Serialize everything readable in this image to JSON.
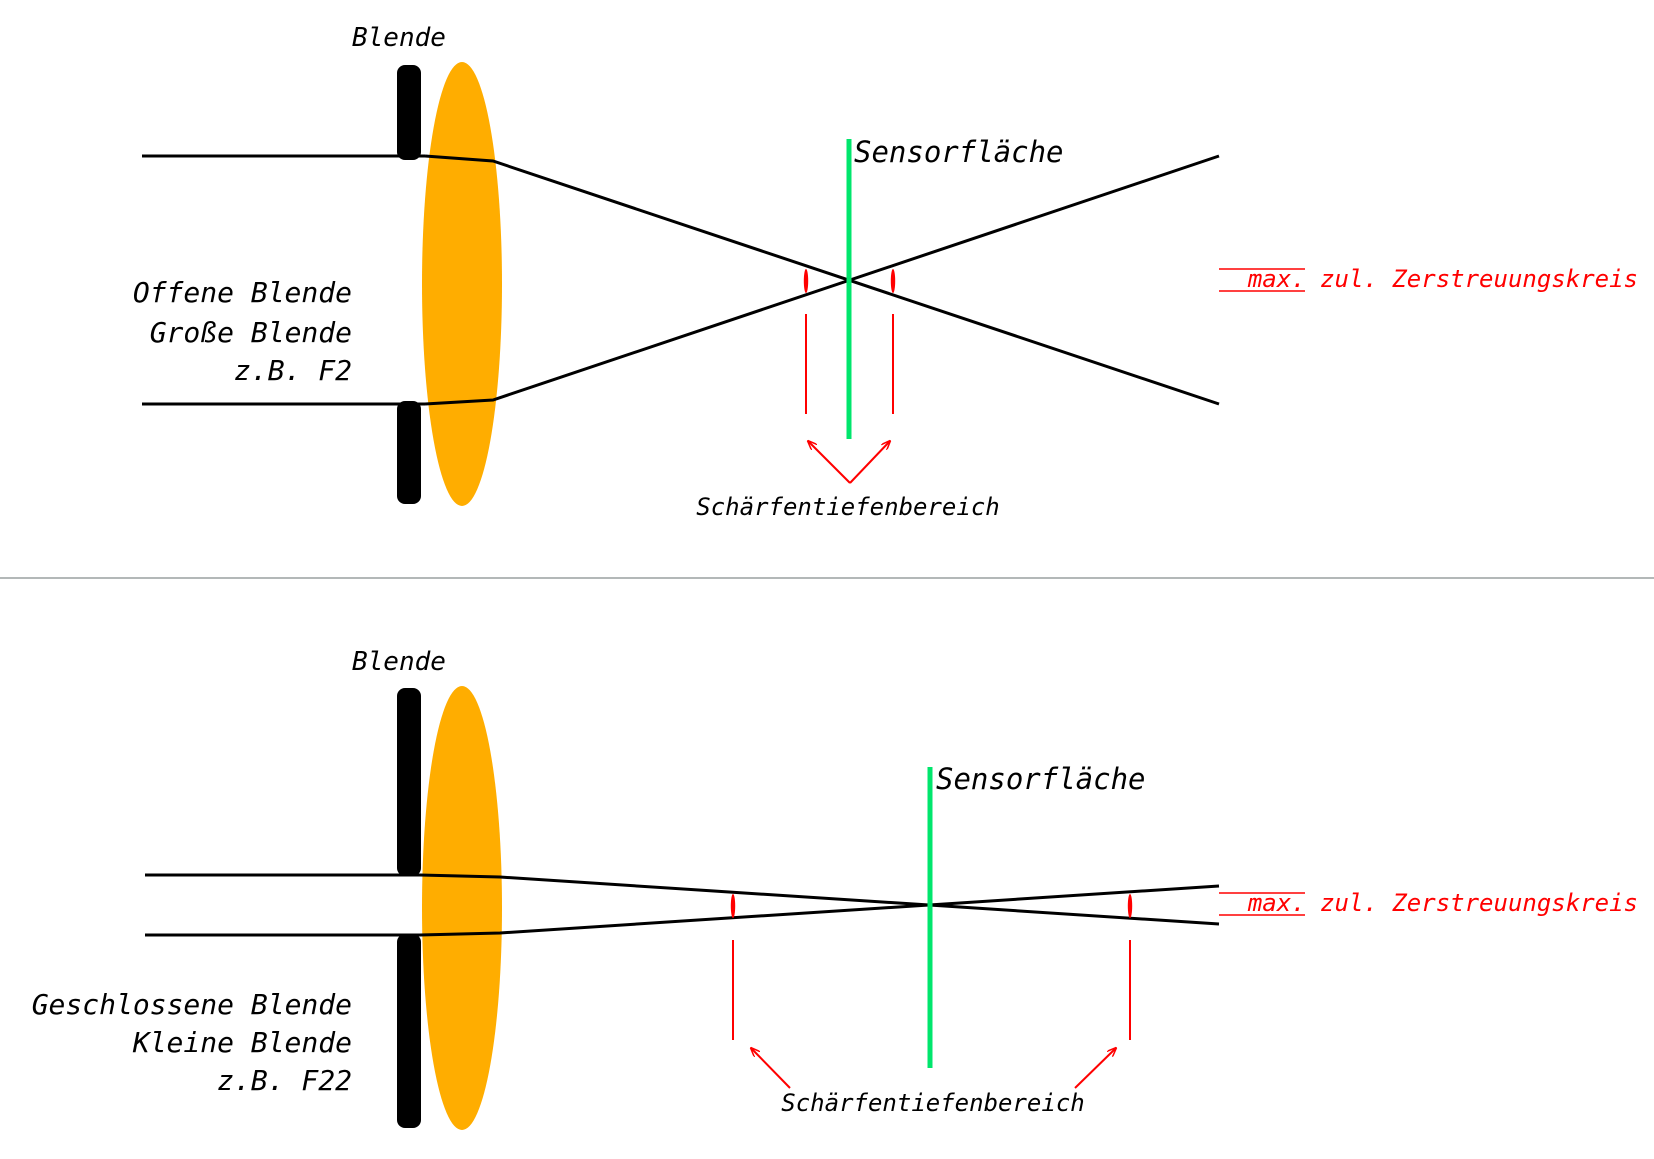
{
  "colors": {
    "background": "#ffffff",
    "ray": "#000000",
    "aperture": "#000000",
    "lens": "#ffad00",
    "sensor": "#00e66c",
    "annotation": "#ff0000",
    "divider": "#9aa0a0"
  },
  "top_panel": {
    "aperture_label": "Blende",
    "sensor_label": "Sensorfläche",
    "setting_lines": [
      "Offene Blende",
      "Große Blende",
      "z.B. F2"
    ],
    "coc_label": "max. zul. Zerstreuungskreis",
    "dof_label": "Schärfentiefenbereich"
  },
  "bottom_panel": {
    "aperture_label": "Blende",
    "sensor_label": "Sensorfläche",
    "setting_lines": [
      "Geschlossene Blende",
      "Kleine Blende",
      "z.B. F22"
    ],
    "coc_label": "max. zul. Zerstreuungskreis",
    "dof_label": "Schärfentiefenbereich"
  }
}
